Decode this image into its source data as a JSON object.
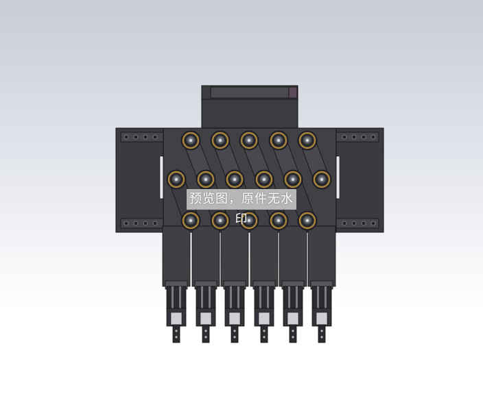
{
  "viewport": {
    "background_top": "#c7ccd6",
    "background_bottom": "#ffffff"
  },
  "model": {
    "description_icon": "cad-gripper-assembly",
    "body_color": "#3f3f44",
    "body_dark": "#2c2c30",
    "roller_ring_color": "#b08a3a",
    "roller_count_top": 5,
    "roller_count_middle": 6,
    "roller_count_bottom": 5,
    "finger_count": 6
  },
  "watermark": {
    "text": "预览图，原件无水印"
  }
}
